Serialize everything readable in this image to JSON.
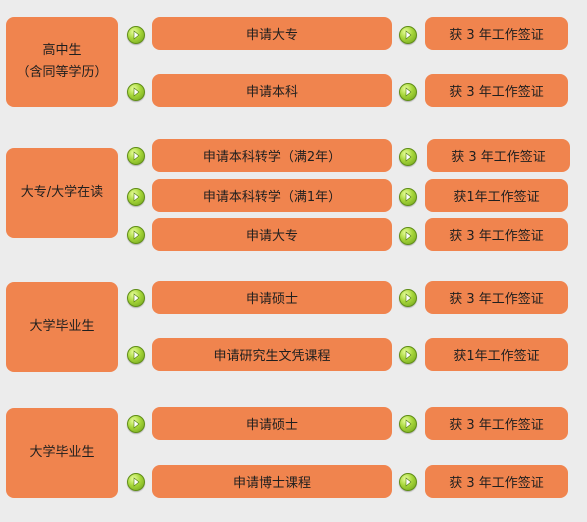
{
  "sections": [
    {
      "category": [
        "高中生",
        "（含同等学历）"
      ],
      "rows": [
        {
          "program": "申请大专",
          "result": "获 3 年工作签证"
        },
        {
          "program": "申请本科",
          "result": "获 3 年工作签证"
        }
      ]
    },
    {
      "category": [
        "大专/大学在读"
      ],
      "rows": [
        {
          "program": "申请本科转学（满2年）",
          "result": "获 3 年工作签证"
        },
        {
          "program": "申请本科转学（满1年）",
          "result": "获1年工作签证"
        },
        {
          "program": "申请大专",
          "result": "获 3 年工作签证"
        }
      ]
    },
    {
      "category": [
        "大学毕业生"
      ],
      "rows": [
        {
          "program": "申请硕士",
          "result": "获 3 年工作签证"
        },
        {
          "program": "申请研究生文凭课程",
          "result": "获1年工作签证"
        }
      ]
    },
    {
      "category": [
        "大学毕业生"
      ],
      "rows": [
        {
          "program": "申请硕士",
          "result": "获 3 年工作签证"
        },
        {
          "program": "申请博士课程",
          "result": "获 3 年工作签证"
        }
      ]
    }
  ],
  "colors": {
    "box": "#f0844e",
    "arrow": "#a6d63a",
    "background": "#ececec"
  },
  "icons": {
    "arrow": "green-arrow-right-icon"
  }
}
